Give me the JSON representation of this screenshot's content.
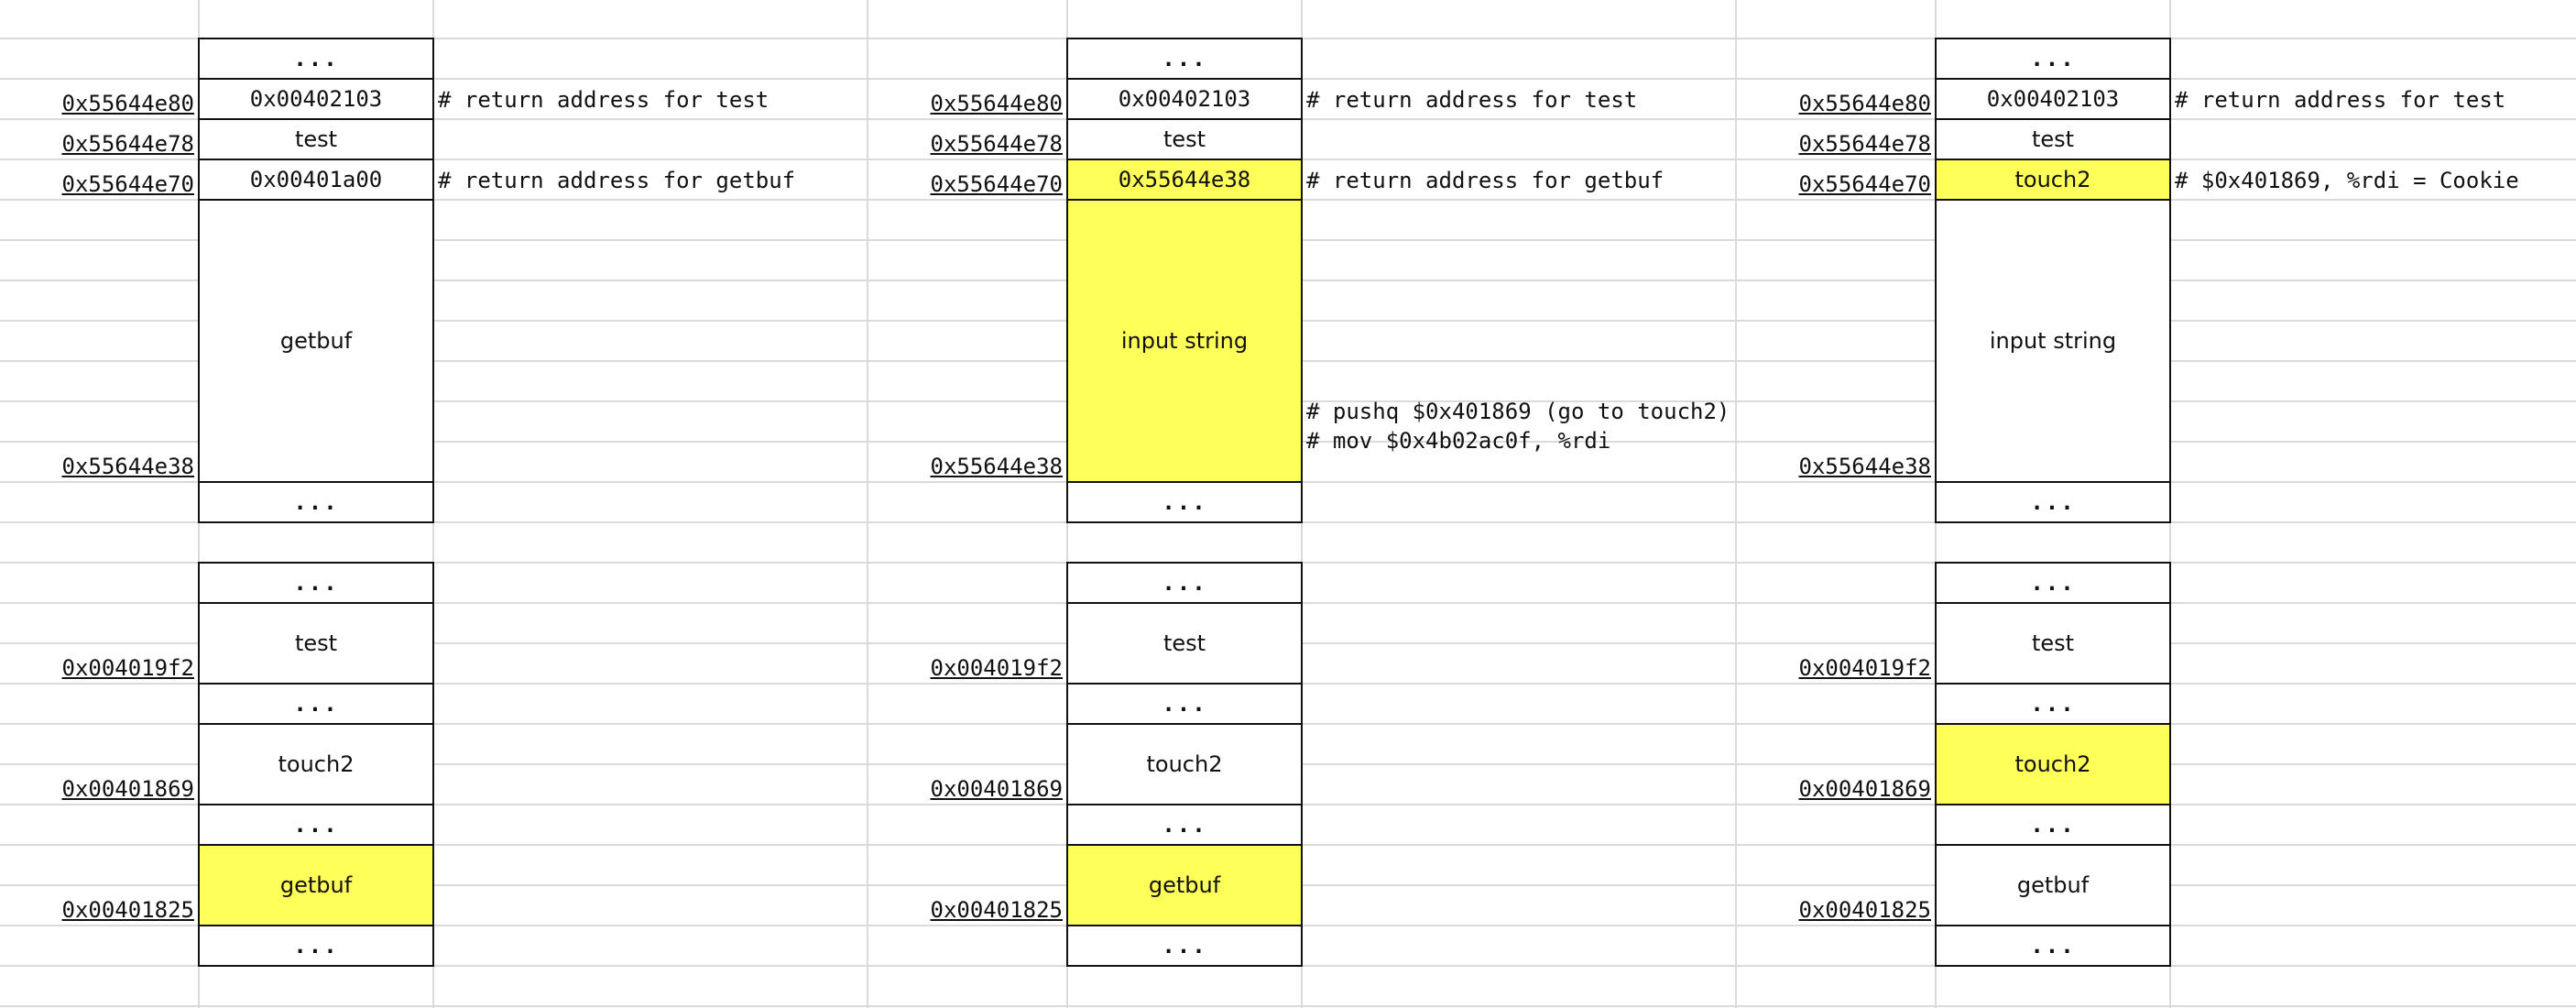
{
  "columns": [
    {
      "stack_top": [
        {
          "text": "...",
          "kind": "ellipsis"
        },
        {
          "text": "0x00402103",
          "addr": "0x55644e80",
          "comment": "# return address for test"
        },
        {
          "text": "test",
          "addr": "0x55644e78"
        },
        {
          "text": "0x00401a00",
          "addr": "0x55644e70",
          "comment": "# return address for getbuf"
        },
        {
          "text": "getbuf",
          "addr": "0x55644e38"
        },
        {
          "text": "...",
          "kind": "ellipsis"
        }
      ],
      "stack_bottom": [
        {
          "text": "...",
          "kind": "ellipsis"
        },
        {
          "text": "test",
          "addr": "0x004019f2"
        },
        {
          "text": "...",
          "kind": "ellipsis"
        },
        {
          "text": "touch2",
          "addr": "0x00401869"
        },
        {
          "text": "...",
          "kind": "ellipsis"
        },
        {
          "text": "getbuf",
          "addr": "0x00401825",
          "highlight": true
        },
        {
          "text": "...",
          "kind": "ellipsis"
        }
      ]
    },
    {
      "stack_top": [
        {
          "text": "...",
          "kind": "ellipsis"
        },
        {
          "text": "0x00402103",
          "addr": "0x55644e80",
          "comment": "# return address for test"
        },
        {
          "text": "test",
          "addr": "0x55644e78"
        },
        {
          "text": "0x55644e38",
          "addr": "0x55644e70",
          "comment": "# return address for getbuf",
          "highlight": true
        },
        {
          "text": "input string",
          "addr": "0x55644e38",
          "highlight": true,
          "comments": [
            "# pushq $0x401869 (go to touch2)",
            "# mov $0x4b02ac0f, %rdi"
          ]
        },
        {
          "text": "...",
          "kind": "ellipsis"
        }
      ],
      "stack_bottom": [
        {
          "text": "...",
          "kind": "ellipsis"
        },
        {
          "text": "test",
          "addr": "0x004019f2"
        },
        {
          "text": "...",
          "kind": "ellipsis"
        },
        {
          "text": "touch2",
          "addr": "0x00401869"
        },
        {
          "text": "...",
          "kind": "ellipsis"
        },
        {
          "text": "getbuf",
          "addr": "0x00401825",
          "highlight": true
        },
        {
          "text": "...",
          "kind": "ellipsis"
        }
      ]
    },
    {
      "stack_top": [
        {
          "text": "...",
          "kind": "ellipsis"
        },
        {
          "text": "0x00402103",
          "addr": "0x55644e80",
          "comment": "# return address for test"
        },
        {
          "text": "test",
          "addr": "0x55644e78"
        },
        {
          "text": "touch2",
          "addr": "0x55644e70",
          "comment": "# $0x401869, %rdi = Cookie",
          "highlight": true
        },
        {
          "text": "input string",
          "addr": "0x55644e38"
        },
        {
          "text": "...",
          "kind": "ellipsis"
        }
      ],
      "stack_bottom": [
        {
          "text": "...",
          "kind": "ellipsis"
        },
        {
          "text": "test",
          "addr": "0x004019f2"
        },
        {
          "text": "...",
          "kind": "ellipsis"
        },
        {
          "text": "touch2",
          "addr": "0x00401869",
          "highlight": true
        },
        {
          "text": "...",
          "kind": "ellipsis"
        },
        {
          "text": "getbuf",
          "addr": "0x00401825"
        },
        {
          "text": "...",
          "kind": "ellipsis"
        }
      ]
    }
  ]
}
